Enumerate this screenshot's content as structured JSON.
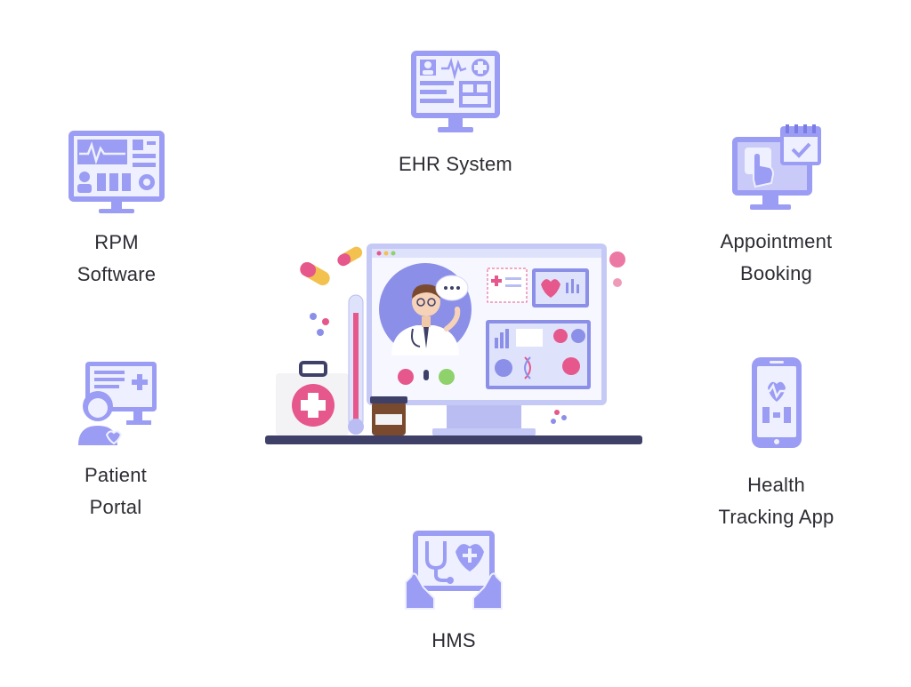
{
  "nodes": {
    "ehr": {
      "label": "EHR System",
      "icon": "ehr-monitor-icon"
    },
    "rpm": {
      "label": "RPM\nSoftware",
      "icon": "rpm-monitor-icon"
    },
    "appointment": {
      "label": "Appointment\nBooking",
      "icon": "appointment-calendar-icon"
    },
    "patient": {
      "label": "Patient\nPortal",
      "icon": "patient-portal-icon"
    },
    "health": {
      "label": "Health\nTracking App",
      "icon": "health-phone-icon"
    },
    "hms": {
      "label": "HMS",
      "icon": "hms-tablet-icon"
    }
  },
  "center": {
    "icon": "telemedicine-doctor-illustration"
  },
  "colors": {
    "icon": "#9b9cf3",
    "icon_dark": "#7a7ce6",
    "pink": "#e6578c",
    "accent_green": "#8fd16a",
    "desk": "#3e4068"
  }
}
